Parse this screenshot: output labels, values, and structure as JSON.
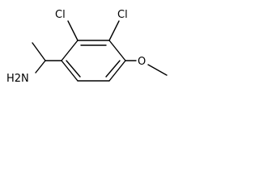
{
  "molecule": {
    "labels": {
      "cl_left": "Cl",
      "cl_right": "Cl",
      "oxygen": "O",
      "amine": "H2N"
    }
  },
  "colors": {
    "bond": "#000000",
    "text": "#000000",
    "background": "#ffffff"
  }
}
